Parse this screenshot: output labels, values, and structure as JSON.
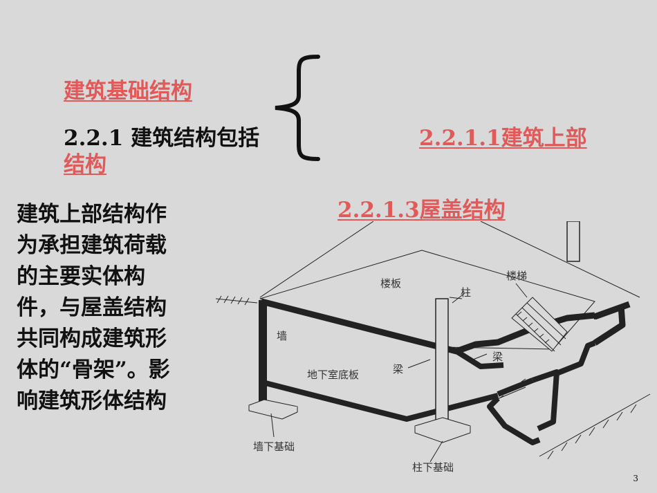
{
  "links": {
    "foundation": "建筑基础结构",
    "upper_line1": "2.2.1.1建筑上部",
    "upper_line2": "结构",
    "roof": "2.2.1.3屋盖结构"
  },
  "heading": "2.2.1 建筑结构包括",
  "paragraph": "建筑上部结构作为承担建筑荷载的主要实体构件，与屋盖结构共同构成建筑形体的“骨架”。影响建筑形体结构",
  "diagram_labels": {
    "floor_slab": "楼板",
    "column": "柱",
    "stairs": "楼梯",
    "wall": "墙",
    "beam_left": "梁",
    "beam_right": "梁",
    "basement_floor": "地下室底板",
    "wall_foundation": "墙下基础",
    "column_foundation": "柱下基础"
  },
  "page_number": "3"
}
